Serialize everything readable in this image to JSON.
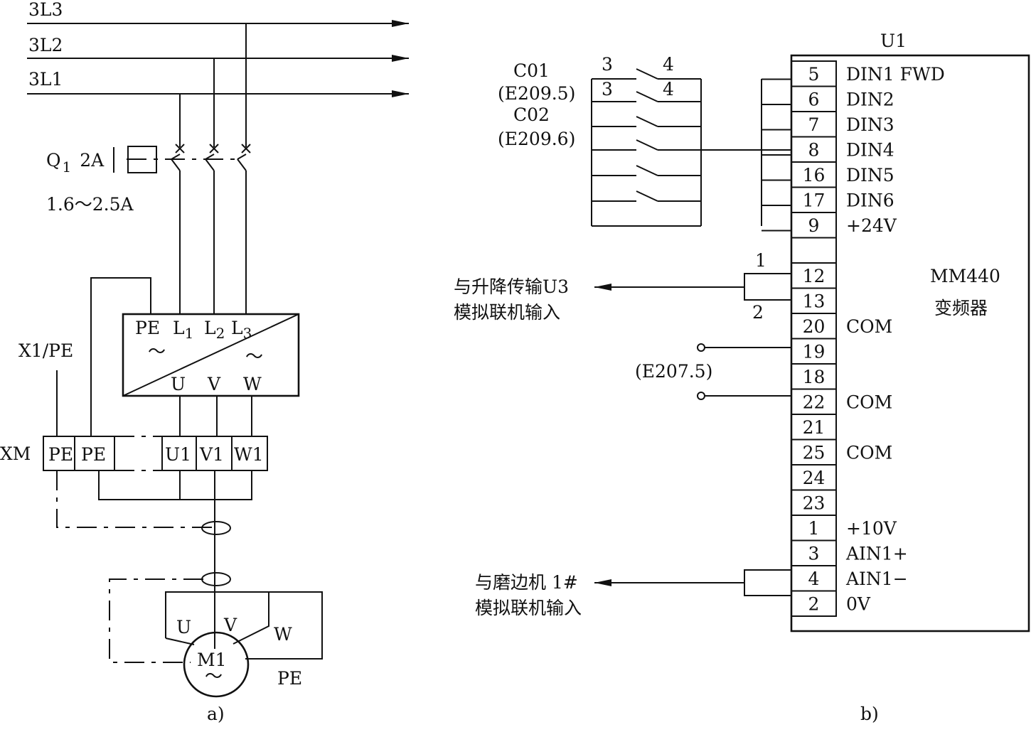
{
  "left": {
    "bus": [
      "3L3",
      "3L2",
      "3L1"
    ],
    "breaker": {
      "name": "Q",
      "sub": "1",
      "rating": "2A",
      "range": "1.6～2.5A"
    },
    "inverter": {
      "pe": "PE",
      "l1": "L",
      "l1_sub": "1",
      "l2": "L",
      "l2_sub": "2",
      "l3": "L",
      "l3_sub": "3",
      "tilde": "～",
      "u": "U",
      "v": "V",
      "w": "W"
    },
    "x1pe": "X1/PE",
    "xm": {
      "label": "XM",
      "cells": [
        "PE",
        "PE",
        "",
        "U1",
        "V1",
        "W1"
      ]
    },
    "motor": {
      "name": "M1",
      "tilde": "～",
      "u": "U",
      "v": "V",
      "w": "W",
      "pe": "PE"
    },
    "caption": "a)"
  },
  "right": {
    "unit": "U1",
    "device": [
      "MM440",
      "变频器"
    ],
    "contacts": {
      "c01": "C01",
      "c01_addr": "(E209.5)",
      "c02": "C02",
      "c02_addr": "(E209.6)",
      "n3": "3",
      "n4": "4"
    },
    "terminals": [
      {
        "num": "5",
        "label": "DIN1  FWD"
      },
      {
        "num": "6",
        "label": "DIN2"
      },
      {
        "num": "7",
        "label": "DIN3"
      },
      {
        "num": "8",
        "label": "DIN4"
      },
      {
        "num": "16",
        "label": "DIN5"
      },
      {
        "num": "17",
        "label": "DIN6"
      },
      {
        "num": "9",
        "label": "+24V"
      },
      {
        "num": "",
        "label": ""
      },
      {
        "num": "12",
        "label": ""
      },
      {
        "num": "13",
        "label": ""
      },
      {
        "num": "20",
        "label": "COM"
      },
      {
        "num": "19",
        "label": ""
      },
      {
        "num": "18",
        "label": ""
      },
      {
        "num": "22",
        "label": "COM"
      },
      {
        "num": "21",
        "label": ""
      },
      {
        "num": "25",
        "label": "COM"
      },
      {
        "num": "24",
        "label": ""
      },
      {
        "num": "23",
        "label": ""
      },
      {
        "num": "1",
        "label": "+10V"
      },
      {
        "num": "3",
        "label": "AIN1+"
      },
      {
        "num": "4",
        "label": "AIN1−"
      },
      {
        "num": "2",
        "label": "0V"
      }
    ],
    "out1": {
      "line1": "与升降传输U3",
      "line2": "模拟联机输入",
      "n1": "1",
      "n2": "2"
    },
    "e207": "(E207.5)",
    "out2": {
      "line1": "与磨边机 1#",
      "line2": "模拟联机输入"
    },
    "caption": "b)"
  }
}
